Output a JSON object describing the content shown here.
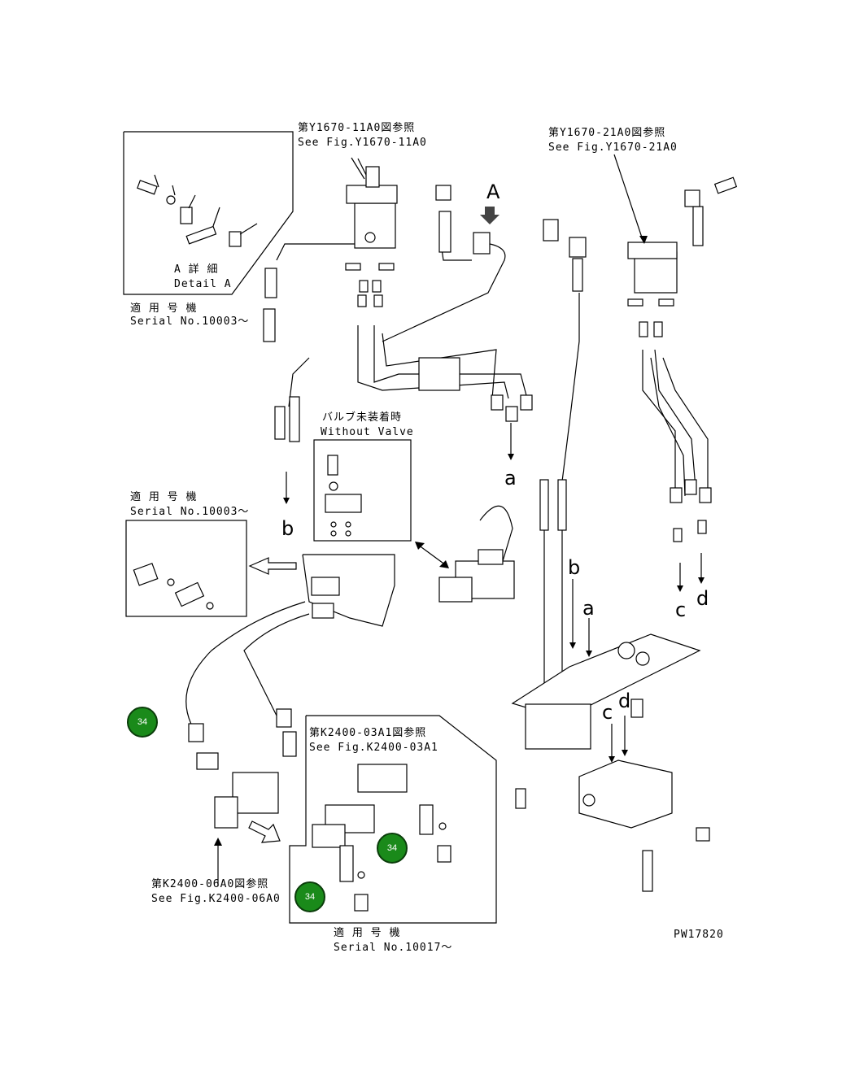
{
  "references": {
    "fig_y1670_11a0_jp": "第Y1670-11A0図参照",
    "fig_y1670_11a0_en": "See Fig.Y1670-11A0",
    "fig_y1670_21a0_jp": "第Y1670-21A0図参照",
    "fig_y1670_21a0_en": "See Fig.Y1670-21A0",
    "fig_k2400_03a1_jp": "第K2400-03A1図参照",
    "fig_k2400_03a1_en": "See Fig.K2400-03A1",
    "fig_k2400_06a0_jp": "第K2400-06A0図参照",
    "fig_k2400_06a0_en": "See Fig.K2400-06A0"
  },
  "detail_a": {
    "jp": "A 詳 細",
    "en": "Detail A"
  },
  "serial_top": {
    "jp": "適 用 号 機",
    "en": "Serial No.10003～"
  },
  "serial_mid": {
    "jp": "適 用 号 機",
    "en": "Serial No.10003～"
  },
  "serial_bottom": {
    "jp": "適 用 号 機",
    "en": "Serial No.10017～"
  },
  "without_valve": {
    "jp": "バルブ未装着時",
    "en": "Without Valve"
  },
  "view_arrow_letter": "A",
  "connection_letters": {
    "a": "a",
    "b": "b",
    "c": "c",
    "d": "d"
  },
  "figure_code": "PW17820",
  "callouts": [
    "34",
    "34",
    "34"
  ],
  "colors": {
    "callout_fill": "#1a8a1a",
    "line": "#000000"
  }
}
